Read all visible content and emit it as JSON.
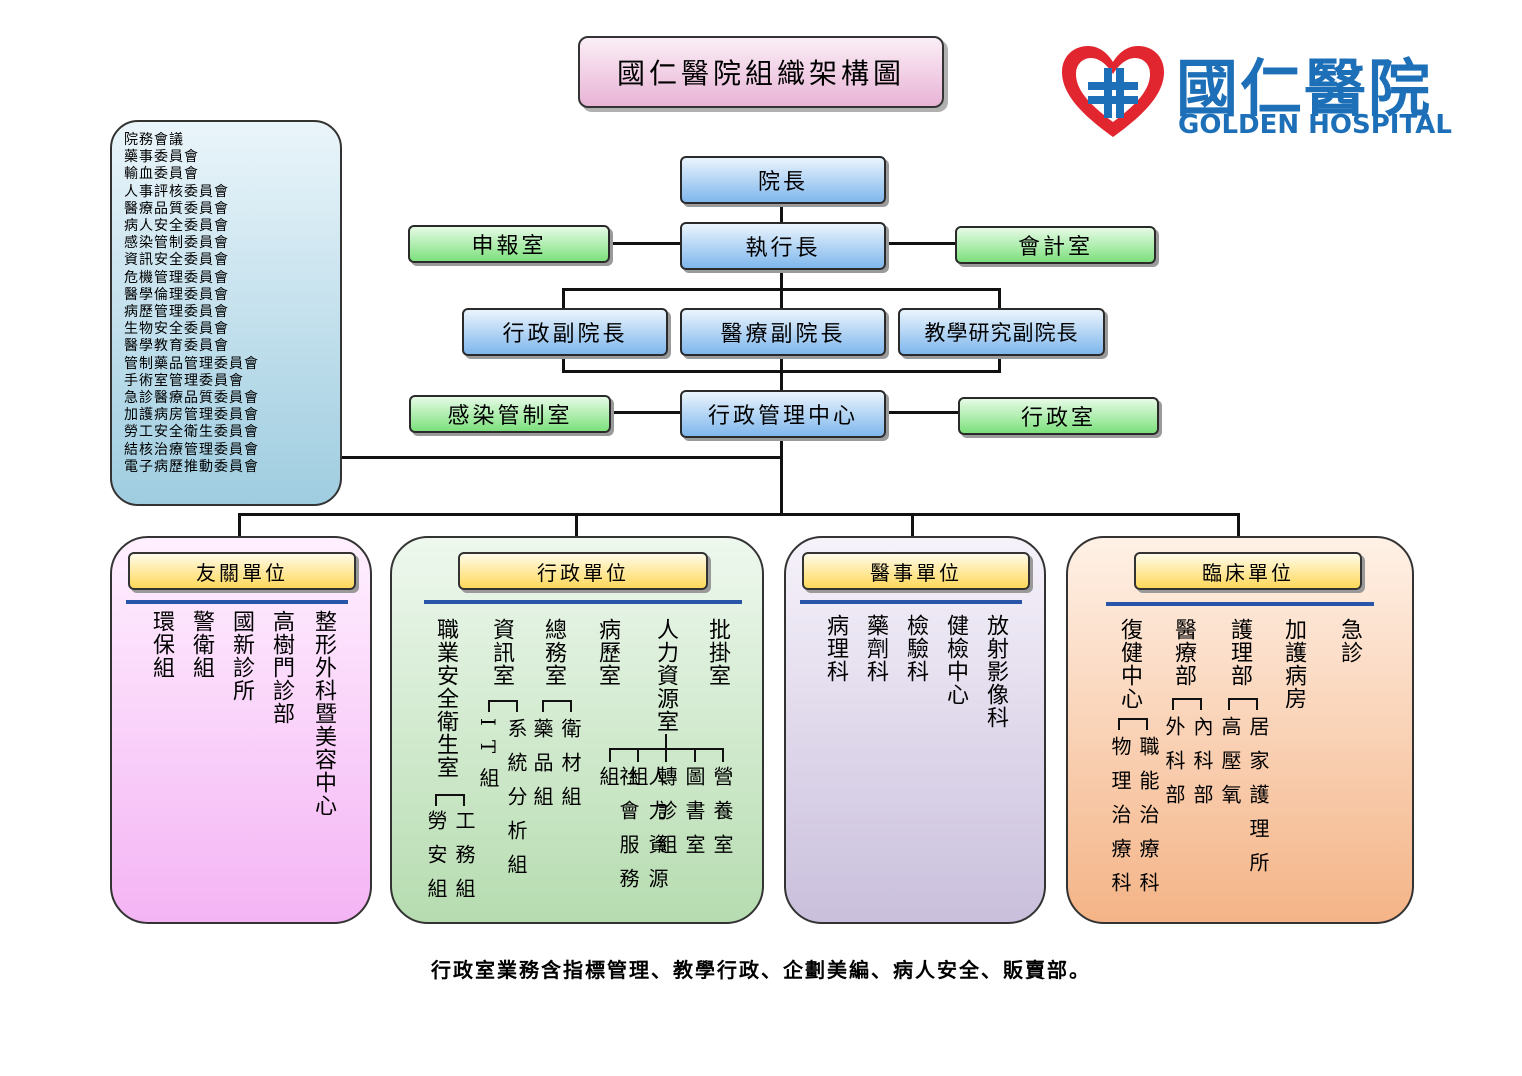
{
  "title": "國仁醫院組織架構圖",
  "logo": {
    "name_cn": "國仁醫院",
    "name_en": "GOLDEN HOSPITAL",
    "brand_color": "#1d6fb8",
    "heart_color": "#e2262f"
  },
  "top": {
    "president": "院長",
    "ceo": "執行長",
    "reporting_office": "申報室",
    "accounting_office": "會計室",
    "vp_admin": "行政副院長",
    "vp_medical": "醫療副院長",
    "vp_teaching": "教學研究副院長",
    "admin_center": "行政管理中心",
    "infection_office": "感染管制室",
    "admin_office": "行政室"
  },
  "committees": [
    "院務會議",
    "藥事委員會",
    "輸血委員會",
    "人事評核委員會",
    "醫療品質委員會",
    "病人安全委員會",
    "感染管制委員會",
    "資訊安全委員會",
    "危機管理委員會",
    "醫學倫理委員會",
    "病歷管理委員會",
    "生物安全委員會",
    "醫學教育委員會",
    "管制藥品管理委員會",
    "手術室管理委員會",
    "急診醫療品質委員會",
    "加護病房管理委員會",
    "勞工安全衛生委員會",
    "結核治療管理委員會",
    "電子病歷推動委員會"
  ],
  "units": {
    "affiliated": {
      "title": "友關單位",
      "items": [
        "整形外科暨美容中心",
        "高樹門診部",
        "國新診所",
        "警衛組",
        "環保組"
      ]
    },
    "administrative": {
      "title": "行政單位",
      "pizhan": "批掛室",
      "hr": "人力資源室",
      "hr_subs": [
        "營養室",
        "圖書室",
        "轉診組",
        "人力資源組",
        "社會服務組"
      ],
      "records": "病歷室",
      "general": "總務室",
      "general_subs": [
        "衛材組",
        "藥品組"
      ],
      "it": "資訊室",
      "it_subs": [
        "系統分析組",
        "IT組"
      ],
      "safety": "職業安全衛生室",
      "safety_subs": [
        "工務組",
        "勞安組"
      ]
    },
    "medical_affairs": {
      "title": "醫事單位",
      "items": [
        "放射影像科",
        "健檢中心",
        "檢驗科",
        "藥劑科",
        "病理科"
      ]
    },
    "clinical": {
      "title": "臨床單位",
      "er": "急診",
      "icu": "加護病房",
      "nursing": "護理部",
      "nursing_subs": [
        "居家護理所",
        "高壓氧"
      ],
      "medical": "醫療部",
      "medical_subs": [
        "內科部",
        "外科部"
      ],
      "rehab": "復健中心",
      "rehab_subs": [
        "職能治療科",
        "物理治療科"
      ]
    }
  },
  "footer": "行政室業務含指標管理、教學行政、企劃美編、病人安全、販賣部。"
}
